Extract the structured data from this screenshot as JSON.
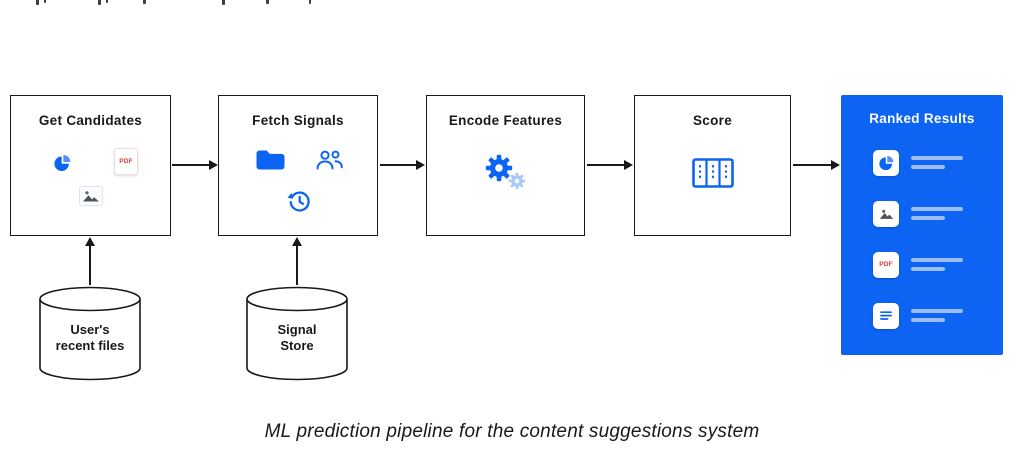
{
  "diagram": {
    "caption": "ML prediction pipeline for the content suggestions system",
    "pdf_badge_text": "PDF",
    "stages": [
      {
        "label": "Get Candidates",
        "icons": [
          "pie-chart-file-icon",
          "pdf-file-icon",
          "image-file-icon"
        ]
      },
      {
        "label": "Fetch Signals",
        "icons": [
          "folder-icon",
          "people-icon",
          "history-clock-icon"
        ]
      },
      {
        "label": "Encode Features",
        "icons": [
          "gears-icon"
        ]
      },
      {
        "label": "Score",
        "icons": [
          "table-columns-icon"
        ]
      },
      {
        "label": "Ranked Results",
        "icons": [
          "pie-chart-file-icon",
          "image-file-icon",
          "pdf-file-icon",
          "document-lines-icon"
        ]
      }
    ],
    "datastores": [
      {
        "label_line1": "User's",
        "label_line2": "recent files",
        "feeds": "Get Candidates"
      },
      {
        "label_line1": "Signal",
        "label_line2": "Store",
        "feeds": "Fetch Signals"
      }
    ],
    "colors": {
      "accent_blue": "#0d63f2",
      "panel_blue": "#0d63f2",
      "gear_secondary": "#aac8f8",
      "pdf_red": "#e0393e",
      "result_bar": "#9dbdf6",
      "outline": "#17191c"
    }
  }
}
